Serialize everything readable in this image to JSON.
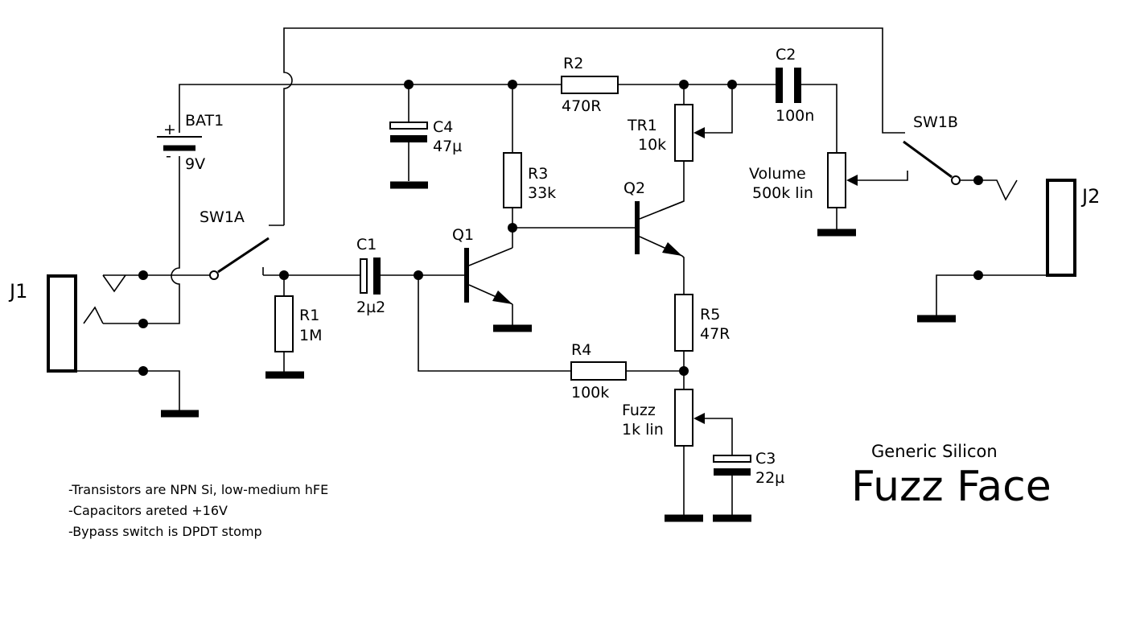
{
  "components": {
    "bat1": {
      "ref": "BAT1",
      "value": "9V",
      "plus": "+",
      "minus": "-"
    },
    "sw1a": {
      "ref": "SW1A"
    },
    "sw1b": {
      "ref": "SW1B"
    },
    "j1": {
      "ref": "J1"
    },
    "j2": {
      "ref": "J2"
    },
    "r1": {
      "ref": "R1",
      "value": "1M"
    },
    "r2": {
      "ref": "R2",
      "value": "470R"
    },
    "r3": {
      "ref": "R3",
      "value": "33k"
    },
    "r4": {
      "ref": "R4",
      "value": "100k"
    },
    "r5": {
      "ref": "R5",
      "value": "47R"
    },
    "c1": {
      "ref": "C1",
      "value": "2µ2"
    },
    "c2": {
      "ref": "C2",
      "value": "100n"
    },
    "c3": {
      "ref": "C3",
      "value": "22µ"
    },
    "c4": {
      "ref": "C4",
      "value": "47µ"
    },
    "q1": {
      "ref": "Q1"
    },
    "q2": {
      "ref": "Q2"
    },
    "tr1": {
      "ref": "TR1",
      "value": "10k"
    },
    "volume": {
      "ref": "Volume",
      "value": "500k lin"
    },
    "fuzz": {
      "ref": "Fuzz",
      "value": "1k lin"
    }
  },
  "notes": [
    "-Transistors are NPN Si, low-medium hFE",
    "-Capacitors areted +16V",
    "-Bypass switch is DPDT stomp"
  ],
  "title": {
    "subtitle": "Generic Silicon",
    "main": "Fuzz Face"
  }
}
